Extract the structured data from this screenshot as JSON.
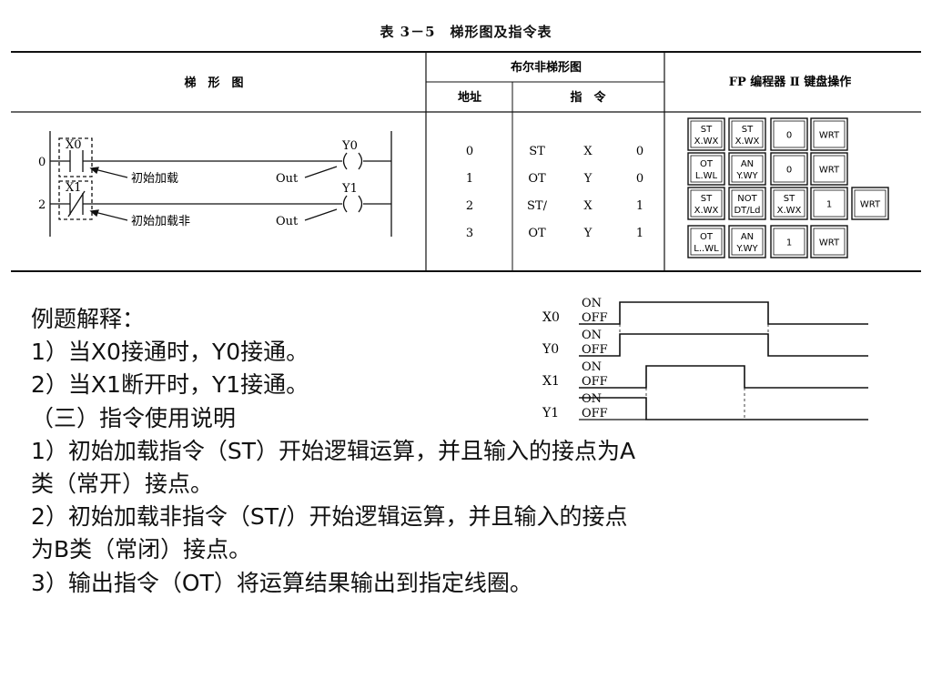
{
  "table": {
    "title": "表 3－5　梯形图及指令表",
    "header_ladder": "梯　形　图",
    "header_boolean": "布尔非梯形图",
    "header_address": "地址",
    "header_instruction": "指　令",
    "header_keyboard": "FP 编程器 Ⅱ 键盘操作",
    "rows": [
      {
        "addr": "0",
        "op": "ST",
        "dev": "X",
        "num": "0"
      },
      {
        "addr": "1",
        "op": "OT",
        "dev": "Y",
        "num": "0"
      },
      {
        "addr": "2",
        "op": "ST/",
        "dev": "X",
        "num": "1"
      },
      {
        "addr": "3",
        "op": "OT",
        "dev": "Y",
        "num": "1"
      }
    ]
  },
  "ladder": {
    "rung0_step": "0",
    "rung1_step": "2",
    "contact0": "X0",
    "contact1": "X1",
    "coil0": "Y0",
    "coil1": "Y1",
    "label0": "初始加载",
    "label1": "初始加载非",
    "out0": "Out",
    "out1": "Out"
  },
  "keyboard": {
    "keys": [
      {
        "top": "ST",
        "bottom": "X.WX"
      },
      {
        "top": "ST",
        "bottom": "X.WX"
      },
      {
        "top": "0",
        "bottom": ""
      },
      {
        "top": "WRT",
        "bottom": ""
      },
      {
        "top": "OT",
        "bottom": "L.WL"
      },
      {
        "top": "AN",
        "bottom": "Y.WY"
      },
      {
        "top": "0",
        "bottom": ""
      },
      {
        "top": "WRT",
        "bottom": ""
      },
      {
        "top": "ST",
        "bottom": "X.WX"
      },
      {
        "top": "NOT",
        "bottom": "DT/Ld"
      },
      {
        "top": "ST",
        "bottom": "X.WX"
      },
      {
        "top": "1",
        "bottom": ""
      },
      {
        "top": "WRT",
        "bottom": ""
      },
      {
        "top": "OT",
        "bottom": "L..WL"
      },
      {
        "top": "AN",
        "bottom": "Y.WY"
      },
      {
        "top": "1",
        "bottom": ""
      },
      {
        "top": "WRT",
        "bottom": ""
      }
    ]
  },
  "timing": {
    "signals": [
      {
        "name": "X0",
        "on_label": "ON",
        "off_label": "OFF"
      },
      {
        "name": "Y0",
        "on_label": "ON",
        "off_label": "OFF"
      },
      {
        "name": "X1",
        "on_label": "ON",
        "off_label": "OFF"
      },
      {
        "name": "Y1",
        "on_label": "ON",
        "off_label": "OFF"
      }
    ]
  },
  "explanation": {
    "lines": [
      "例题解释：",
      "1）当X0接通时，Y0接通。",
      "2）当X1断开时，Y1接通。",
      "（三）指令使用说明",
      "1）初始加载指令（ST）开始逻辑运算，并且输入的接点为A",
      "类（常开）接点。",
      "2）初始加载非指令（ST/）开始逻辑运算，并且输入的接点",
      "为B类（常闭）接点。",
      "3）输出指令（OT）将运算结果输出到指定线圈。"
    ]
  }
}
